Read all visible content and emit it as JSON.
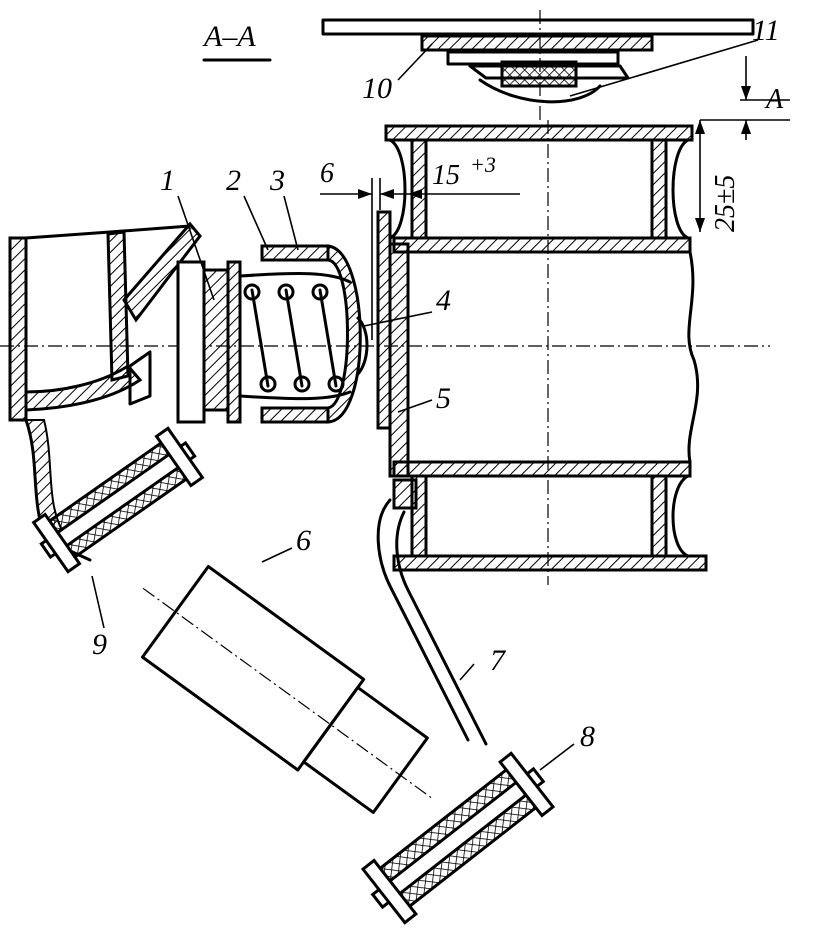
{
  "section_label": "A–A",
  "dimensions": {
    "gap": "6",
    "offset": "15",
    "offset_tol": "+3",
    "height": "25±5",
    "ref": "A"
  },
  "parts": [
    {
      "id": "1",
      "text": "1"
    },
    {
      "id": "2",
      "text": "2"
    },
    {
      "id": "3",
      "text": "3"
    },
    {
      "id": "4",
      "text": "4"
    },
    {
      "id": "5",
      "text": "5"
    },
    {
      "id": "6",
      "text": "6"
    },
    {
      "id": "7",
      "text": "7"
    },
    {
      "id": "8",
      "text": "8"
    },
    {
      "id": "9",
      "text": "9"
    },
    {
      "id": "10",
      "text": "10"
    },
    {
      "id": "11",
      "text": "11"
    }
  ]
}
